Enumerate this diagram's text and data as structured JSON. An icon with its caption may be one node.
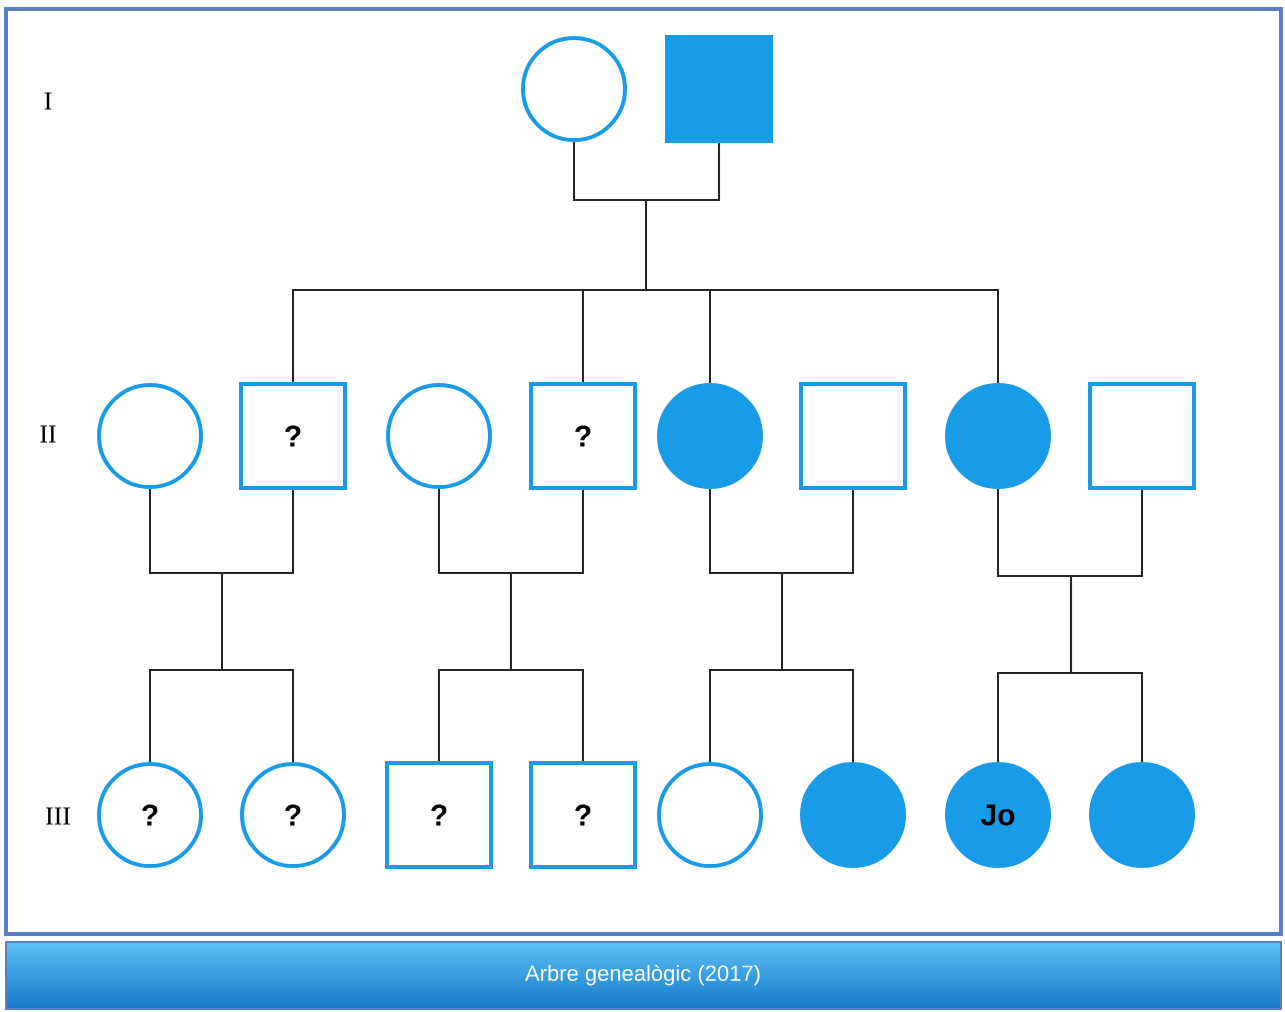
{
  "diagram": {
    "caption": "Arbre genealògic (2017)",
    "nodes": [
      {
        "text": [],
        "shape": "circle"
      },
      {
        "text": [],
        "shape": "box"
      },
      {
        "text": [],
        "shape": "circle"
      },
      {
        "text": [
          "?"
        ]
      },
      {
        "text": [],
        "shape": "circle"
      },
      {
        "text": [
          "?"
        ]
      },
      {
        "text": [],
        "shape": "circle"
      },
      {
        "text": [],
        "shape": "box"
      },
      {
        "text": [],
        "shape": "circle"
      },
      {
        "text": [],
        "shape": "box"
      },
      {
        "text": [
          "?"
        ]
      },
      {
        "text": [
          "?"
        ]
      },
      {
        "text": [
          "?"
        ]
      },
      {
        "text": [
          "?"
        ]
      },
      {
        "text": [],
        "shape": "circle"
      },
      {
        "text": [],
        "shape": "circle"
      },
      {
        "text": [
          "Jo"
        ]
      },
      {
        "text": [],
        "shape": "circle"
      }
    ],
    "edges": [
      {
        "from": 0,
        "to": 3,
        "arrow": "none"
      },
      {
        "from": 1,
        "to": 3,
        "arrow": "none"
      },
      {
        "from": 0,
        "to": 5,
        "arrow": "none"
      },
      {
        "from": 1,
        "to": 5,
        "arrow": "none"
      },
      {
        "from": 0,
        "to": 6,
        "arrow": "none"
      },
      {
        "from": 1,
        "to": 6,
        "arrow": "none"
      },
      {
        "from": 0,
        "to": 8,
        "arrow": "none"
      },
      {
        "from": 1,
        "to": 8,
        "arrow": "none"
      },
      {
        "from": 2,
        "to": 10,
        "arrow": "none"
      },
      {
        "from": 3,
        "to": 10,
        "arrow": "none"
      },
      {
        "from": 2,
        "to": 11,
        "arrow": "none"
      },
      {
        "from": 3,
        "to": 11,
        "arrow": "none"
      },
      {
        "from": 4,
        "to": 12,
        "arrow": "none"
      },
      {
        "from": 5,
        "to": 12,
        "arrow": "none"
      },
      {
        "from": 4,
        "to": 13,
        "arrow": "none"
      },
      {
        "from": 5,
        "to": 13,
        "arrow": "none"
      },
      {
        "from": 6,
        "to": 14,
        "arrow": "none"
      },
      {
        "from": 7,
        "to": 14,
        "arrow": "none"
      },
      {
        "from": 6,
        "to": 15,
        "arrow": "none"
      },
      {
        "from": 7,
        "to": 15,
        "arrow": "none"
      },
      {
        "from": 8,
        "to": 16,
        "arrow": "none"
      },
      {
        "from": 9,
        "to": 16,
        "arrow": "none"
      },
      {
        "from": 8,
        "to": 17,
        "arrow": "none"
      },
      {
        "from": 9,
        "to": 17,
        "arrow": "none"
      }
    ],
    "labels": [
      "I",
      "II",
      "III"
    ]
  }
}
